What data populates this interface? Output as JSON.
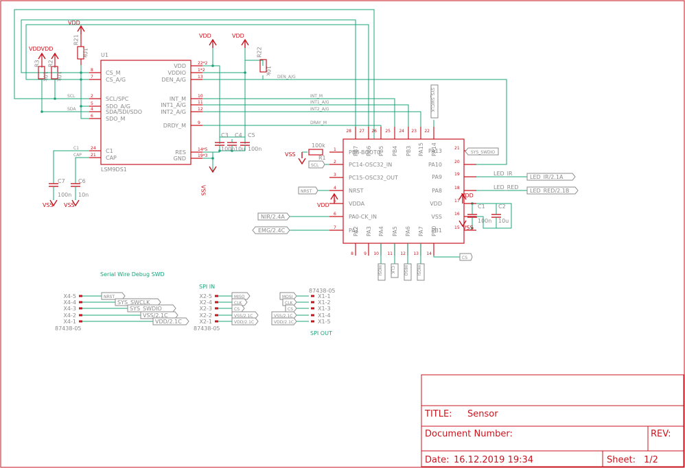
{
  "u1": {
    "ref": "U1",
    "part": "LSM9DS1",
    "pins_left": [
      {
        "num": "8",
        "name": "CS_M"
      },
      {
        "num": "7",
        "name": "CS_A/G"
      },
      {
        "num": "2",
        "name": "SCL/SPC"
      },
      {
        "num": "5",
        "name": "SDO_A/G"
      },
      {
        "num": "4",
        "name": "SDA/SDI/SDO"
      },
      {
        "num": "6",
        "name": "SDO_M"
      },
      {
        "num": "24",
        "name": "C1"
      },
      {
        "num": "21",
        "name": "CAP"
      }
    ],
    "pins_right": [
      {
        "num": "22*2",
        "name": "VDD"
      },
      {
        "num": "1*2",
        "name": "VDDIO"
      },
      {
        "num": "13",
        "name": "DEN_A/G"
      },
      {
        "num": "10",
        "name": "INT_M"
      },
      {
        "num": "11",
        "name": "INT1_A/G"
      },
      {
        "num": "12",
        "name": "INT2_A/G"
      },
      {
        "num": "9",
        "name": "DRDY_M"
      },
      {
        "num": "14*5",
        "name": "RES"
      },
      {
        "num": "19*3",
        "name": "GND"
      }
    ]
  },
  "mcu": {
    "pins_left": [
      {
        "num": "1",
        "name": "PB8-BOOT0"
      },
      {
        "num": "2",
        "name": "PC14-OSC32_IN"
      },
      {
        "num": "3",
        "name": "PC15-OSC32_OUT"
      },
      {
        "num": "4",
        "name": "NRST"
      },
      {
        "num": "5",
        "name": "VDDA"
      },
      {
        "num": "6",
        "name": "PA0-CK_IN"
      },
      {
        "num": "7",
        "name": "PA1"
      }
    ],
    "pins_right": [
      {
        "num": "21",
        "name": "PA13"
      },
      {
        "num": "20",
        "name": "PA10"
      },
      {
        "num": "19",
        "name": "PA9"
      },
      {
        "num": "18",
        "name": "PA8"
      },
      {
        "num": "17",
        "name": "VDD"
      },
      {
        "num": "16",
        "name": "VSS"
      },
      {
        "num": "15",
        "name": "PB1"
      }
    ],
    "pins_top": [
      {
        "num": "28",
        "name": "PB7"
      },
      {
        "num": "27",
        "name": "PB6"
      },
      {
        "num": "26",
        "name": "PB5"
      },
      {
        "num": "25",
        "name": "PB4"
      },
      {
        "num": "24",
        "name": "PB3"
      },
      {
        "num": "23",
        "name": "PA15"
      },
      {
        "num": "22",
        "name": "PA14"
      }
    ],
    "pins_bottom": [
      {
        "num": "8",
        "name": "PA2"
      },
      {
        "num": "9",
        "name": "PA3"
      },
      {
        "num": "10",
        "name": "PA4"
      },
      {
        "num": "11",
        "name": "PA5"
      },
      {
        "num": "12",
        "name": "PA6"
      },
      {
        "num": "13",
        "name": "PA7"
      },
      {
        "num": "14",
        "name": "PB0"
      }
    ]
  },
  "components": {
    "r21": {
      "ref": "R21",
      "value": "10k"
    },
    "r22": {
      "ref": "R22",
      "value": "10k"
    },
    "r3": {
      "ref": "R3",
      "value": "10k"
    },
    "r2": {
      "ref": "R2",
      "value": "10k"
    },
    "r1": {
      "ref": "R1",
      "value": "100k"
    },
    "c3": {
      "ref": "C3",
      "value": "100n"
    },
    "c4": {
      "ref": "C4",
      "value": "10u"
    },
    "c5": {
      "ref": "C5",
      "value": "100n"
    },
    "c7": {
      "ref": "C7",
      "value": "100n"
    },
    "c6": {
      "ref": "C6",
      "value": "10n"
    },
    "c1": {
      "ref": "C1",
      "value": "100n"
    },
    "c2": {
      "ref": "C2",
      "value": "10u"
    }
  },
  "supplies": {
    "vdd": "VDD",
    "vss": "VSS",
    "vddvdd": "VDDVDD"
  },
  "nets": {
    "scl": "SCL",
    "sda": "SDA",
    "c1": "C1",
    "cap": "CAP",
    "den": "DEN_A/G",
    "int_m": "INT_M",
    "int1": "INT1_A/G",
    "int2": "INT2_A/G",
    "drdy": "DRAY_M",
    "r1_pin": "1"
  },
  "net_labels": {
    "sys_swdio_mcu": "SYS_SWDIO",
    "sys_swclk_top": "SYS_SWCLK",
    "scl_mcu": "SCL",
    "nrst_mcu": "NRST",
    "nir": "NIR/2.4A",
    "emg": "EMG/2.4C",
    "led_ir_net": "LED_IR",
    "led_ir_port": "LED_IR/2.1A",
    "led_red_net": "LED_RED",
    "led_red_port": "LED_RED/2.1B",
    "cs": "CS",
    "mosi": "MOSI",
    "clk": "CLK",
    "miso": "MISO",
    "mosi2": "MOSI"
  },
  "swd": {
    "title": "Serial Wire Debug SWD",
    "connector": "87438-05",
    "pins": [
      "X4-5",
      "X4-4",
      "X4-3",
      "X4-2",
      "X4-1"
    ],
    "labels": [
      "NRST",
      "SYS_SWCLK",
      "SYS_SWDIO",
      "VSS/2.1C",
      "VDD/2.1C"
    ]
  },
  "spi_in": {
    "title": "SPI IN",
    "connector": "87438-05",
    "pins": [
      "X2-5",
      "X2-4",
      "X2-3",
      "X2-2",
      "X2-1"
    ],
    "labels": [
      "MISO",
      "CLK",
      "CS",
      "VSS/2.1C",
      "VDD/2.1C"
    ]
  },
  "spi_out": {
    "title": "SPI OUT",
    "connector": "87438-05",
    "pins": [
      "X1-1",
      "X1-2",
      "X1-3",
      "X1-4",
      "X1-5"
    ],
    "labels": [
      "MOSI",
      "CLK",
      "CS",
      "VSS/2.1C",
      "VDD/2.1C"
    ]
  },
  "title_block": {
    "title_label": "TITLE:",
    "title_value": "Sensor",
    "docnum_label": "Document Number:",
    "rev_label": "REV:",
    "date_label": "Date:",
    "date_value": "16.12.2019 19:34",
    "sheet_label": "Sheet:",
    "sheet_value": "1/2"
  },
  "colors": {
    "component": "#c8141e",
    "wire": "#1aa37a",
    "label": "#8a8a8a"
  }
}
